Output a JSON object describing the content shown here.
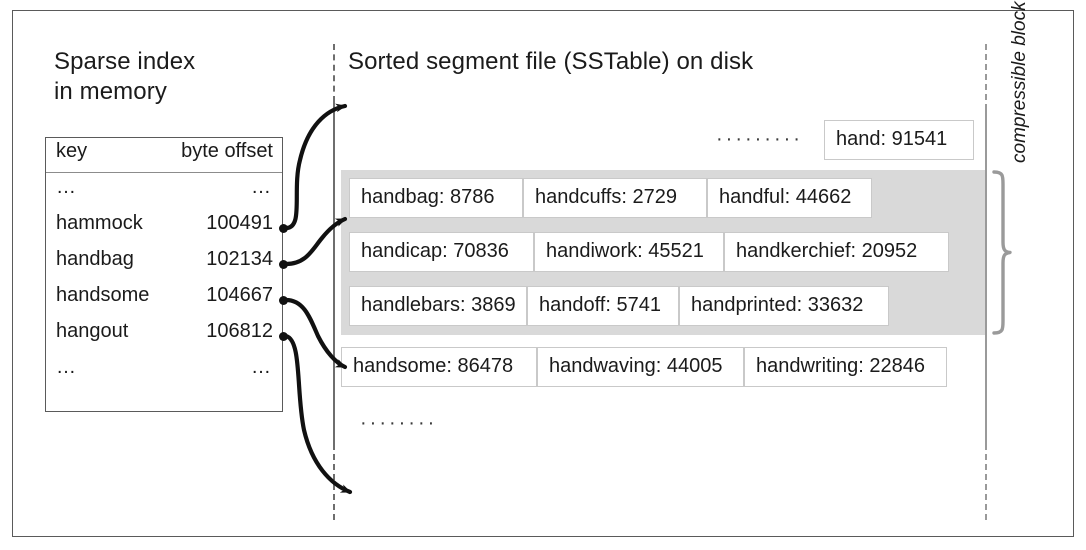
{
  "diagram": {
    "sparse_index": {
      "title_line1": "Sparse index",
      "title_line2": "in memory",
      "columns": [
        "key",
        "byte offset"
      ],
      "rows": [
        {
          "key": "…",
          "offset": "…",
          "has_anchor": false
        },
        {
          "key": "hammock",
          "offset": "100491",
          "has_anchor": true
        },
        {
          "key": "handbag",
          "offset": "102134",
          "has_anchor": true
        },
        {
          "key": "handsome",
          "offset": "104667",
          "has_anchor": true
        },
        {
          "key": "hangout",
          "offset": "106812",
          "has_anchor": true
        },
        {
          "key": "…",
          "offset": "…",
          "has_anchor": false
        }
      ]
    },
    "segment": {
      "title": "Sorted segment file (SSTable) on disk",
      "leading_ellipsis": "·········",
      "trailing_ellipsis": "········",
      "top_entry": "hand: 91541",
      "block_rows": [
        [
          "handbag: 8786",
          "handcuffs: 2729",
          "handful: 44662"
        ],
        [
          "handicap: 70836",
          "handiwork: 45521",
          "handkerchief: 20952"
        ],
        [
          "handlebars: 3869",
          "handoff: 5741",
          "handprinted: 33632"
        ]
      ],
      "after_block_row": [
        "handsome: 86478",
        "handwaving: 44005",
        "handwriting: 22846"
      ]
    },
    "annotation": {
      "compressible_block": "compressible block"
    },
    "colors": {
      "block_fill": "#d9d9d9",
      "cell_border": "#c9c9c9",
      "frame_border": "#5a5a5a",
      "text": "#1b1b1b",
      "guide_line": "#6e6e6e",
      "brace": "#9a9a9a"
    }
  }
}
